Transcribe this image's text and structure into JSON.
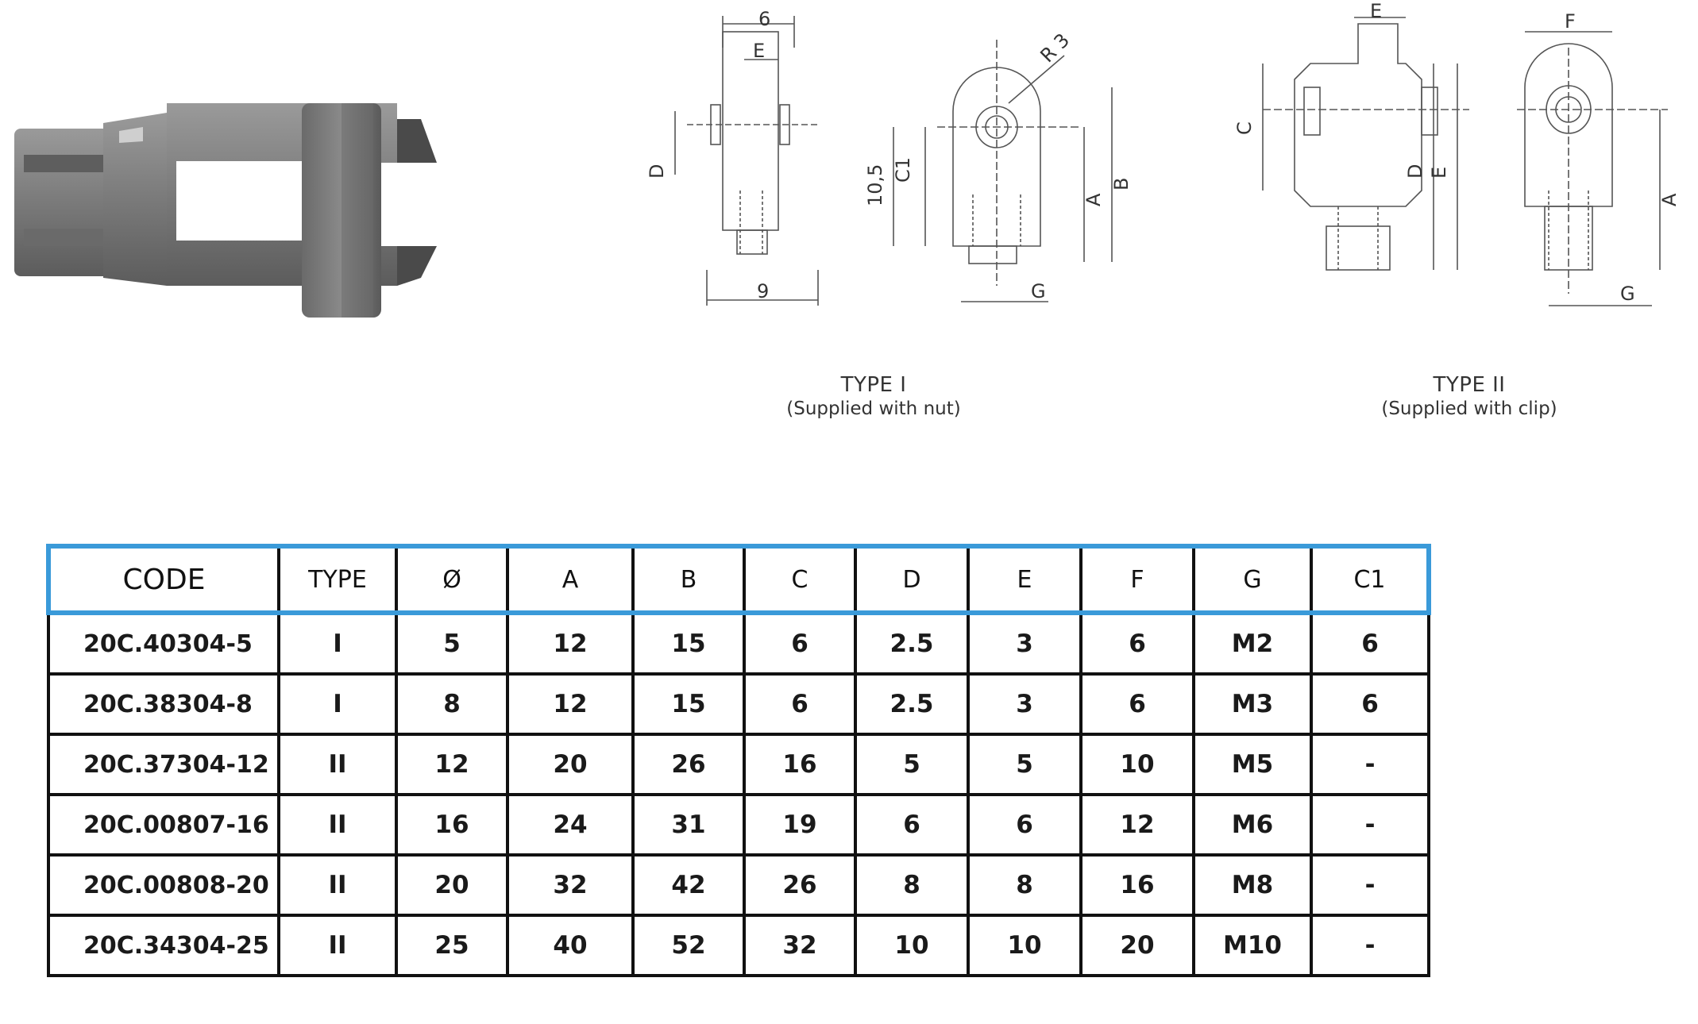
{
  "drawings": {
    "type1": {
      "title": "TYPE I",
      "subtitle": "(Supplied with nut)",
      "dims": {
        "six": "6",
        "e": "E",
        "d": "D",
        "nine": "9",
        "r3": "R 3",
        "c1": "C1",
        "ten5": "10,5",
        "a": "A",
        "b": "B",
        "g": "G"
      }
    },
    "type2": {
      "title": "TYPE II",
      "subtitle": "(Supplied with clip)",
      "dims": {
        "e_top": "E",
        "c": "C",
        "d": "D",
        "e": "E",
        "f": "F",
        "a": "A",
        "g": "G"
      }
    }
  },
  "table": {
    "headers": [
      "CODE",
      "TYPE",
      "Ø",
      "A",
      "B",
      "C",
      "D",
      "E",
      "F",
      "G",
      "C1"
    ],
    "rows": [
      [
        "20C.40304-5",
        "I",
        "5",
        "12",
        "15",
        "6",
        "2.5",
        "3",
        "6",
        "M2",
        "6"
      ],
      [
        "20C.38304-8",
        "I",
        "8",
        "12",
        "15",
        "6",
        "2.5",
        "3",
        "6",
        "M3",
        "6"
      ],
      [
        "20C.37304-12",
        "II",
        "12",
        "20",
        "26",
        "16",
        "5",
        "5",
        "10",
        "M5",
        "-"
      ],
      [
        "20C.00807-16",
        "II",
        "16",
        "24",
        "31",
        "19",
        "6",
        "6",
        "12",
        "M6",
        "-"
      ],
      [
        "20C.00808-20",
        "II",
        "20",
        "32",
        "42",
        "26",
        "8",
        "8",
        "16",
        "M8",
        "-"
      ],
      [
        "20C.34304-25",
        "II",
        "25",
        "40",
        "52",
        "32",
        "10",
        "10",
        "20",
        "M10",
        "-"
      ]
    ]
  },
  "colors": {
    "header_border": "#3a9ad9",
    "grid": "#111111",
    "part_gray": "#7c7c7c"
  }
}
